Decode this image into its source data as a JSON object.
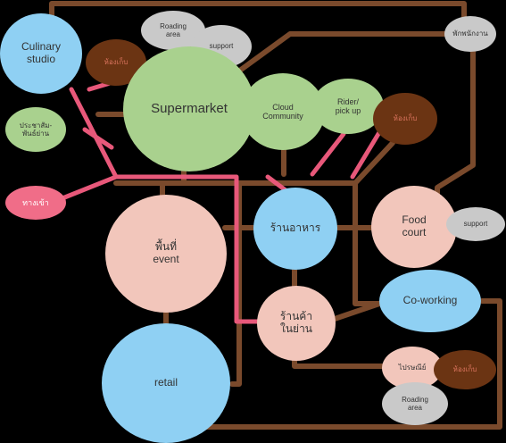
{
  "colors": {
    "background": "#000000",
    "blue_zone": "#8fd0f3",
    "green_zone": "#a9d18e",
    "pink_zone": "#f2c6bb",
    "grey_zone": "#c9c9c9",
    "brown_zone": "#6b3413",
    "entrance": "#f06d88",
    "service_line": "#7a4a2c",
    "public_route": "#e8587a",
    "relation_arrow": "#e05050"
  },
  "nodes": {
    "culinary_studio": "Culinary\nstudio",
    "supermarket": "Supermarket",
    "cloud_community": "Cloud\nCommunity",
    "rider_pickup": "Rider/\npick up",
    "loading_top_left": "Roading\narea",
    "support_top": "support",
    "storage_top_left": "ห้องเก็บ",
    "storage_right": "ห้องเก็บ",
    "staff_rest": "พักพนักงาน",
    "pr_relations": "ประชาสัม-\nพันธ์ย่าน",
    "entrance": "ทางเข้า",
    "event_space": "พื้นที่\nevent",
    "restaurant": "ร้านอาหาร",
    "food_court": "Food\ncourt",
    "support_right": "support",
    "coworking": "Co-working",
    "retail": "retail",
    "local_shop": "ร้านค้า\nในย่าน",
    "post_office": "ไปรษณีย์",
    "storage_bottom": "ห้องเก็บ",
    "loading_bottom": "Roading\narea"
  }
}
